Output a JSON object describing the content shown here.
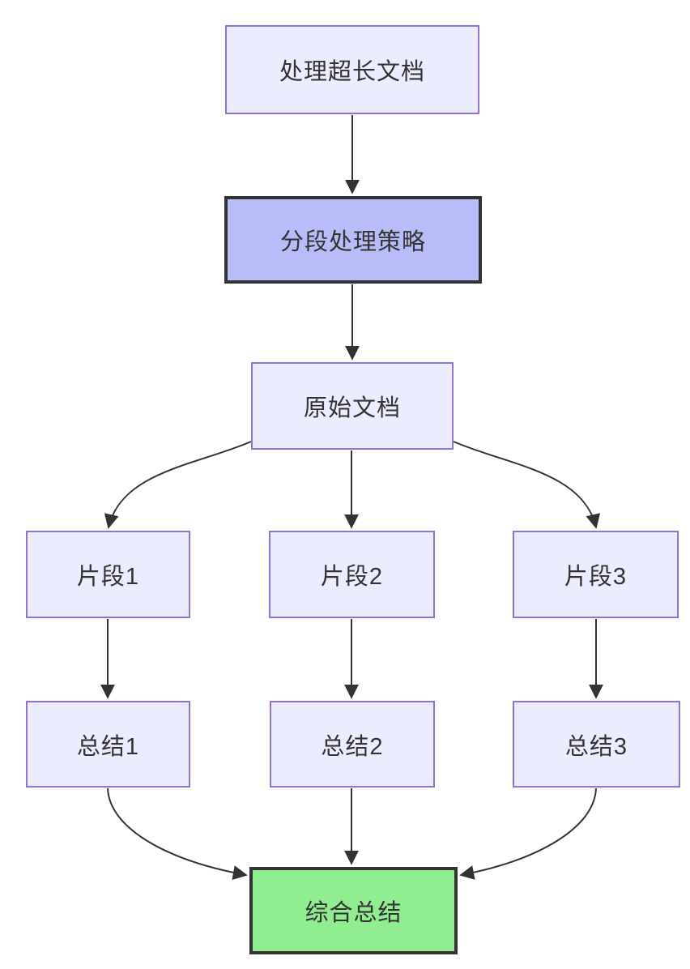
{
  "diagram": {
    "type": "flowchart",
    "direction": "top-down",
    "background": "#ffffff",
    "colors": {
      "node_fill": "#ECECFF",
      "node_border": "#9370DB",
      "highlight_fill": "#B8BCF8",
      "highlight_border": "#333333",
      "final_fill": "#90EE90",
      "final_border": "#333333",
      "edge_line": "#333333",
      "text": "#333333"
    },
    "nodes": [
      {
        "id": "start",
        "label": "处理超长文档",
        "style": "default"
      },
      {
        "id": "strategy",
        "label": "分段处理策略",
        "style": "highlight"
      },
      {
        "id": "original",
        "label": "原始文档",
        "style": "default"
      },
      {
        "id": "frag1",
        "label": "片段1",
        "style": "default"
      },
      {
        "id": "frag2",
        "label": "片段2",
        "style": "default"
      },
      {
        "id": "frag3",
        "label": "片段3",
        "style": "default"
      },
      {
        "id": "sum1",
        "label": "总结1",
        "style": "default"
      },
      {
        "id": "sum2",
        "label": "总结2",
        "style": "default"
      },
      {
        "id": "sum3",
        "label": "总结3",
        "style": "default"
      },
      {
        "id": "final",
        "label": "综合总结",
        "style": "final"
      }
    ],
    "edges": [
      {
        "from": "处理超长文档",
        "to": "分段处理策略"
      },
      {
        "from": "分段处理策略",
        "to": "原始文档"
      },
      {
        "from": "原始文档",
        "to": "片段1"
      },
      {
        "from": "原始文档",
        "to": "片段2"
      },
      {
        "from": "原始文档",
        "to": "片段3"
      },
      {
        "from": "片段1",
        "to": "总结1"
      },
      {
        "from": "片段2",
        "to": "总结2"
      },
      {
        "from": "片段3",
        "to": "总结3"
      },
      {
        "from": "总结1",
        "to": "综合总结"
      },
      {
        "from": "总结2",
        "to": "综合总结"
      },
      {
        "from": "总结3",
        "to": "综合总结"
      }
    ]
  }
}
